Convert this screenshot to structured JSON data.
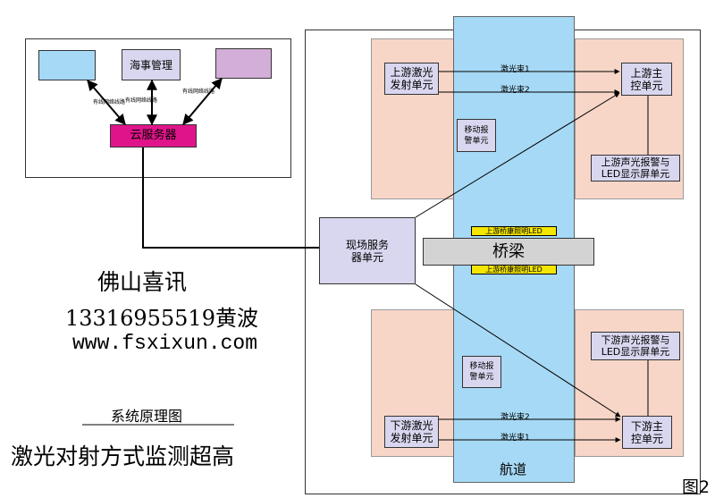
{
  "cloud_panel": {
    "maritime_label": "海事管理",
    "cloud_server_label": "云服务器",
    "wired_link_labels": [
      "有线网络线路",
      "有线网络线路",
      "有线网络线路"
    ],
    "colors": {
      "blue_box": "#a6d9f5",
      "purple_box": "#d2aed8",
      "lilac_box": "#d9d7ef",
      "server": "#e0148a"
    }
  },
  "field": {
    "upstream_transmitter": "上游激光\n发射单元",
    "upstream_controller": "上游主\n控单元",
    "upstream_alarm_led": "上游声光报警与\nLED显示屏单元",
    "mobile_alarm_top": "移动报\n警单元",
    "site_server": "现场服务\n器单元",
    "bridge": "桥梁",
    "bridge_light_top": "上游桥康照明LED",
    "bridge_light_bottom": "上游桥康照明LED",
    "mobile_alarm_bottom": "移动报\n警单元",
    "downstream_alarm_led": "下游声光报警与\nLED显示屏单元",
    "downstream_transmitter": "下游激光\n发射单元",
    "downstream_controller": "下游主\n控单元",
    "waterway": "航道",
    "beams_upstream": [
      "激光束1",
      "激光束2"
    ],
    "beams_downstream": [
      "激光束2",
      "激光束1"
    ],
    "colors": {
      "waterway": "#a6d9f5",
      "zone": "#f7d6c8",
      "unit": "#d9d7ef",
      "bridge": "#d3d3d3"
    }
  },
  "caption": {
    "company": "佛山喜讯",
    "contact": "13316955519黄波",
    "website": "www.fsxixun.com",
    "diagram_title": "系统原理图",
    "description": "激光对射方式监测超高",
    "figure_label": "图2"
  }
}
